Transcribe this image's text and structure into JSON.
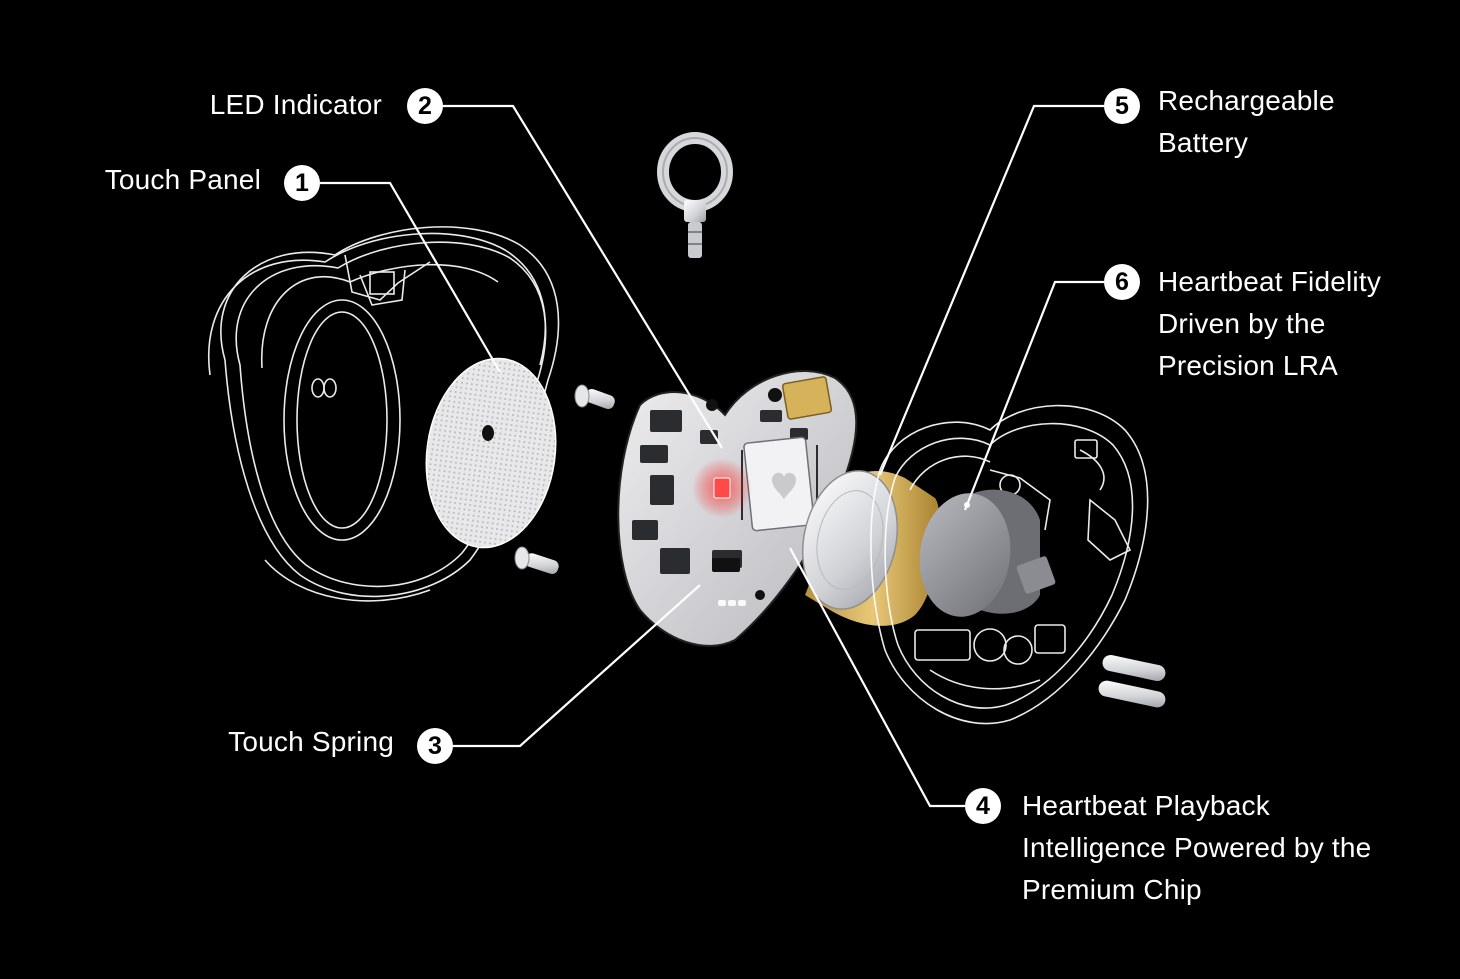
{
  "callouts": [
    {
      "number": "1",
      "lines": [
        "Touch Panel"
      ]
    },
    {
      "number": "2",
      "lines": [
        "LED Indicator"
      ]
    },
    {
      "number": "3",
      "lines": [
        "Touch Spring"
      ]
    },
    {
      "number": "4",
      "lines": [
        "Heartbeat Playback",
        "Intelligence Powered by the",
        "Premium Chip"
      ]
    },
    {
      "number": "5",
      "lines": [
        "Rechargeable",
        "Battery"
      ]
    },
    {
      "number": "6",
      "lines": [
        "Heartbeat Fidelity",
        "Driven by the",
        "Precision LRA"
      ]
    }
  ],
  "colors": {
    "background": "#000000",
    "line": "#ffffff",
    "badge_fill": "#ffffff",
    "badge_text": "#000000",
    "pcb": "#d9d9dc",
    "battery_gold": "#d8b560",
    "lra_gray": "#8e9096",
    "led_red": "#ff3b3b"
  }
}
